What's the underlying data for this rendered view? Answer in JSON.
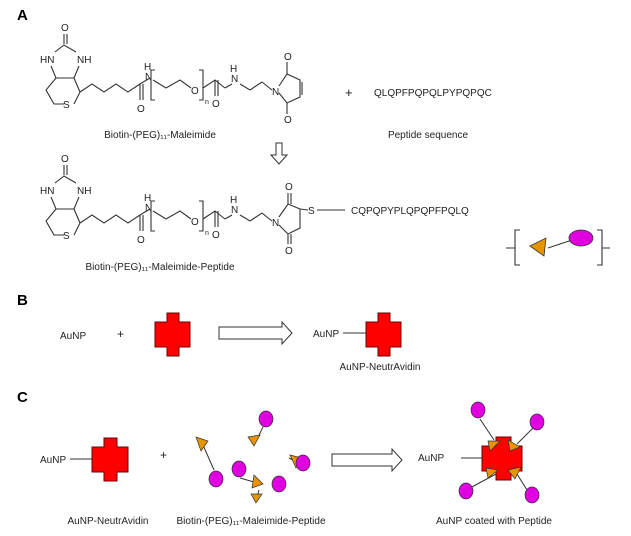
{
  "panels": {
    "a": "A",
    "b": "B",
    "c": "C"
  },
  "colors": {
    "avidin": "#ff0000",
    "biotin_tri": "#e69500",
    "peptide": "#e000e0",
    "arrow": "#333333"
  },
  "panel_a": {
    "reagent_label": "Biotin-(PEG)₁₁-Maleimide",
    "peptide_seq": "QLQPFPQPQLPYPQPQC",
    "peptide_label": "Peptide sequence",
    "product_seq": "CQPQPYPLQPQPFPQLQ",
    "product_label": "Biotin-(PEG)₁₁-Maleimide-Peptide",
    "plus": "+",
    "atoms": {
      "o": "O",
      "hn": "HN",
      "nh": "NH",
      "s": "S",
      "h": "H",
      "n": "N",
      "sub_n": "n",
      "thio": "S"
    }
  },
  "panel_b": {
    "aunp": "AuNP",
    "plus": "+",
    "aunp_right": "AuNP",
    "product_label": "AuNP-NeutrAvidin"
  },
  "panel_c": {
    "aunp": "AuNP",
    "label1": "AuNP-NeutrAvidin",
    "plus": "+",
    "label2": "Biotin-(PEG)₁₁-Maleimide-Peptide",
    "aunp_right": "AuNP",
    "label3": "AuNP coated with Peptide"
  }
}
